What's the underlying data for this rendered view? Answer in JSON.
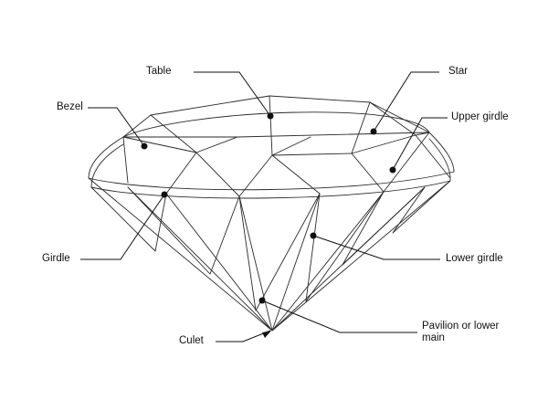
{
  "labels": {
    "table": "Table",
    "star": "Star",
    "bezel": "Bezel",
    "upper_girdle": "Upper girdle",
    "girdle": "Girdle",
    "lower_girdle": "Lower girdle",
    "culet": "Culet",
    "pavilion": "Pavilion or lower main"
  },
  "colors": {
    "ink": "#111111",
    "background": "#ffffff"
  }
}
